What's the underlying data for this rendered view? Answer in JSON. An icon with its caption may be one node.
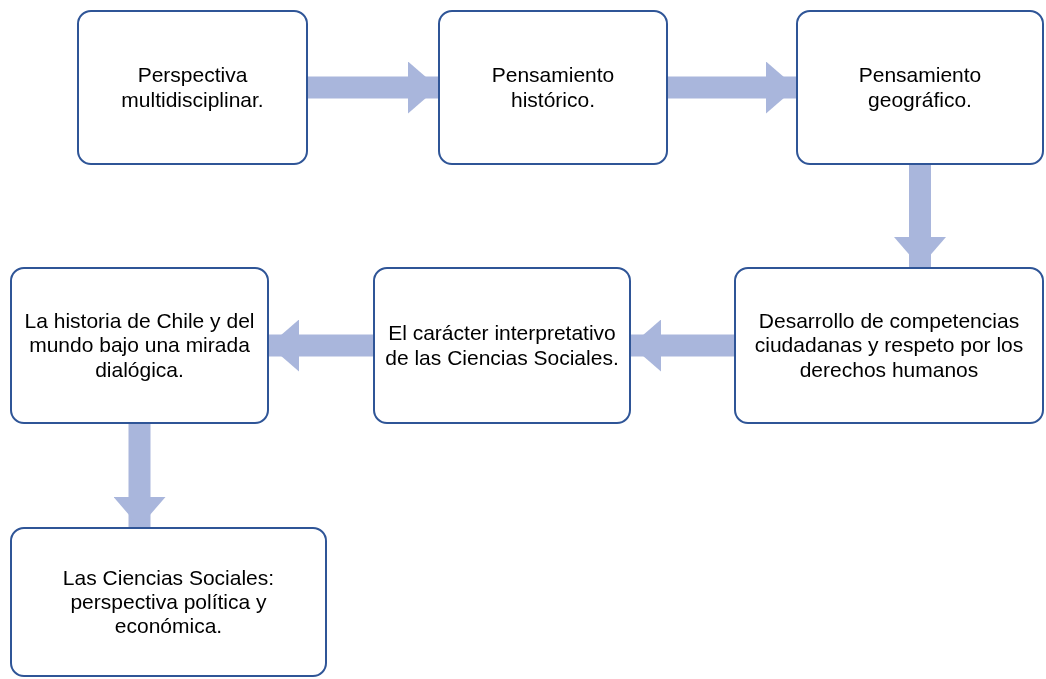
{
  "diagram": {
    "nodes": [
      {
        "text": [
          "Perspectiva multidisciplinar."
        ]
      },
      {
        "text": [
          "Pensamiento histórico."
        ]
      },
      {
        "text": [
          "Pensamiento geográfico."
        ]
      },
      {
        "text": [
          "Desarrollo de competencias ciudadanas y respeto por los derechos humanos"
        ]
      },
      {
        "text": [
          "El carácter interpretativo de las Ciencias Sociales."
        ]
      },
      {
        "text": [
          "La historia de Chile y del mundo bajo una mirada dialógica."
        ]
      },
      {
        "text": [
          "Las Ciencias Sociales: perspectiva política y económica."
        ]
      }
    ],
    "edges": [
      {
        "from": 0,
        "to": 1,
        "arrow": "to"
      },
      {
        "from": 1,
        "to": 2,
        "arrow": "to"
      },
      {
        "from": 2,
        "to": 3,
        "arrow": "to"
      },
      {
        "from": 3,
        "to": 4,
        "arrow": "to"
      },
      {
        "from": 4,
        "to": 5,
        "arrow": "to"
      },
      {
        "from": 5,
        "to": 6,
        "arrow": "to"
      }
    ]
  }
}
